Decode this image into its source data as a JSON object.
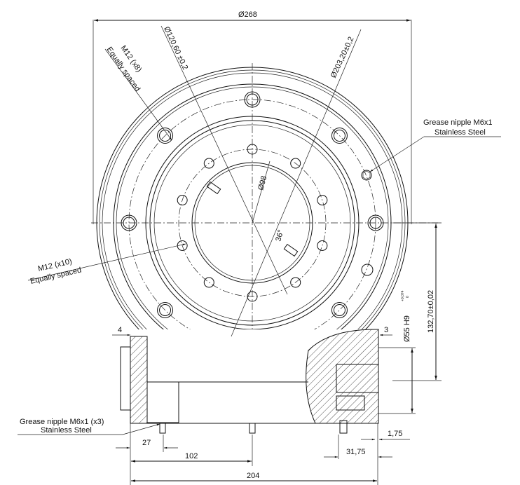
{
  "dimensions": {
    "outer_diameter": "Ø268",
    "inner_bolt_circle": "Ø120,60 ±0,2",
    "outer_bolt_circle": "Ø203,20±0,2",
    "center_bore": "Ø98",
    "hole_angle": "36°",
    "bore": "Ø55 H9",
    "bore_tolerance_upper": "+0,074",
    "bore_tolerance_lower": "0",
    "height": "132,70±0,02",
    "left_offset": "4",
    "right_offset": "3",
    "nipple_offset": "27",
    "half_width": "102",
    "total_width": "204",
    "edge_offset": "1,75",
    "right_section": "31,75"
  },
  "callouts": {
    "outer_holes": {
      "line1": "M12 (x8)",
      "line2": "Equally spaced"
    },
    "inner_holes": {
      "line1": "M12 (x10)",
      "line2": "Equally spaced"
    },
    "grease_top": {
      "line1": "Grease nipple M6x1",
      "line2": "Stainless Steel"
    },
    "grease_bottom": {
      "line1": "Grease nipple M6x1 (x3)",
      "line2": "Stainless Steel"
    }
  }
}
